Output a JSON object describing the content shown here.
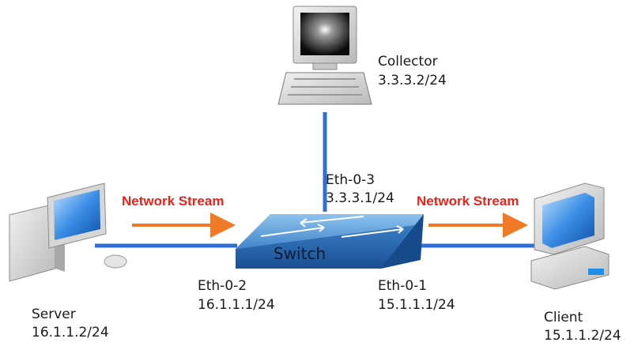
{
  "nodes": {
    "collector": {
      "name": "Collector",
      "ip": "3.3.3.2/24"
    },
    "server": {
      "name": "Server",
      "ip": "16.1.1.2/24"
    },
    "client": {
      "name": "Client",
      "ip": "15.1.1.2/24"
    },
    "switch": {
      "name": "Switch"
    }
  },
  "ports": {
    "eth03": {
      "name": "Eth-0-3",
      "ip": "3.3.3.1/24"
    },
    "eth02": {
      "name": "Eth-0-2",
      "ip": "16.1.1.1/24"
    },
    "eth01": {
      "name": "Eth-0-1",
      "ip": "15.1.1.1/24"
    }
  },
  "streams": {
    "left": "Network Stream",
    "right": "Network Stream"
  },
  "colors": {
    "link": "#2f6ed6",
    "stream_arrow": "#f07a28",
    "stream_text": "#e8231a",
    "switch_top": "#4d96d6",
    "switch_front": "#1d5aa3"
  }
}
